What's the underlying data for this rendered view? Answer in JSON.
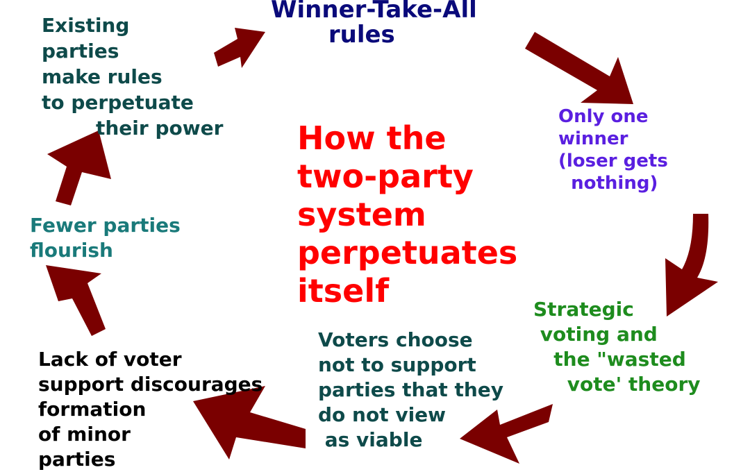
{
  "colors": {
    "arrow": "#7a0000",
    "top": "#0a0a7a",
    "one_winner": "#5a1fe0",
    "strategic": "#1e8c1e",
    "voters": "#0e4a4a",
    "lack": "#000000",
    "fewer": "#1a7a7a",
    "existing": "#0e4a4a",
    "center": "#ff0000"
  },
  "diagram": {
    "title": "How the\ntwo-party\nsystem\nperpetuates\nitself",
    "nodes": {
      "winner_take_all": "Winner-Take-All\n       rules",
      "only_one_winner": "Only one\nwinner\n(loser gets\n  nothing)",
      "strategic_voting": "Strategic\n voting and\n   the \"wasted\n     vote' theory",
      "voters_choose": "Voters choose\nnot to support\nparties that they\ndo not view\n as viable",
      "lack_of_support": "Lack of voter\nsupport discourages\nformation\nof minor\nparties",
      "fewer_parties": "Fewer parties\nflourish",
      "existing_parties": "Existing\nparties\nmake rules\nto perpetuate\n        their power"
    }
  }
}
